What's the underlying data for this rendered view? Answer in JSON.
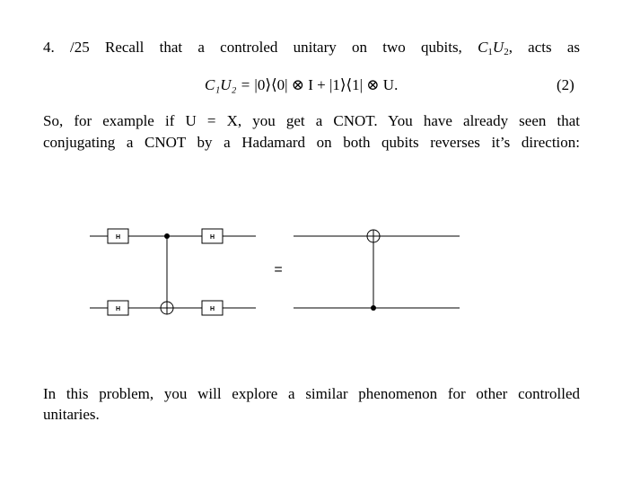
{
  "problem": {
    "number": "4.",
    "points": "/25",
    "intro": "Recall that a controled unitary on two qubits,",
    "intro_tail": ", acts as",
    "operator": "C",
    "operator_sub1": "1",
    "operator_U": "U",
    "operator_sub2": "2"
  },
  "equation": {
    "lhs": "C₁U₂ = ",
    "rhs": "|0⟩⟨0| ⊗ I + |1⟩⟨1| ⊗ U.",
    "number": "(2)"
  },
  "paragraph1": {
    "line1": "So, for example if U = X, you get a CNOT. You have already seen that",
    "line2": "conjugating a CNOT by a Hadamard on both qubits reverses it’s direction:"
  },
  "circuit": {
    "left": {
      "gates": [
        {
          "label": "H",
          "wire": "top",
          "position": "before"
        },
        {
          "label": "H",
          "wire": "bottom",
          "position": "before"
        },
        {
          "label": "H",
          "wire": "top",
          "position": "after"
        },
        {
          "label": "H",
          "wire": "bottom",
          "position": "after"
        }
      ],
      "cnot": {
        "control": "top",
        "target": "bottom"
      }
    },
    "equals": "=",
    "right": {
      "cnot": {
        "control": "bottom",
        "target": "top"
      }
    }
  },
  "paragraph2": {
    "line1": "In this problem, you will explore a similar phenomenon for other controlled",
    "line2": "unitaries."
  }
}
